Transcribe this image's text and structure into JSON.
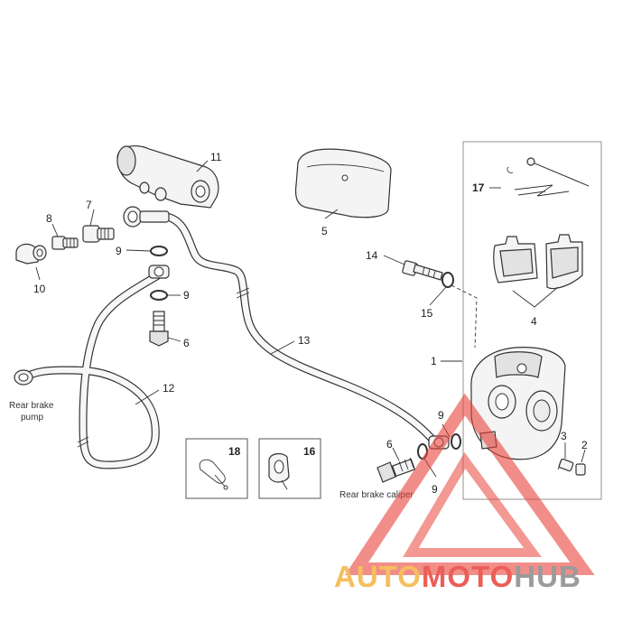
{
  "callouts": {
    "c1": "1",
    "c2": "2",
    "c3": "3",
    "c4": "4",
    "c5": "5",
    "c6a": "6",
    "c6b": "6",
    "c7": "7",
    "c8": "8",
    "c9a": "9",
    "c9b": "9",
    "c9c": "9",
    "c9d": "9",
    "c10": "10",
    "c11": "11",
    "c12": "12",
    "c13": "13",
    "c14": "14",
    "c15": "15",
    "c16": "16",
    "c17": "17",
    "c18": "18"
  },
  "labels": {
    "pump_line1": "Rear brake",
    "pump_line2": "pump",
    "caliper": "Rear brake caliper"
  },
  "watermark": {
    "part1": "AUTO",
    "part2": "MOTO",
    "part3": "HUB",
    "color_orange": "#f5b342",
    "color_red": "#e8433a",
    "color_gray": "#8a8a8a"
  }
}
